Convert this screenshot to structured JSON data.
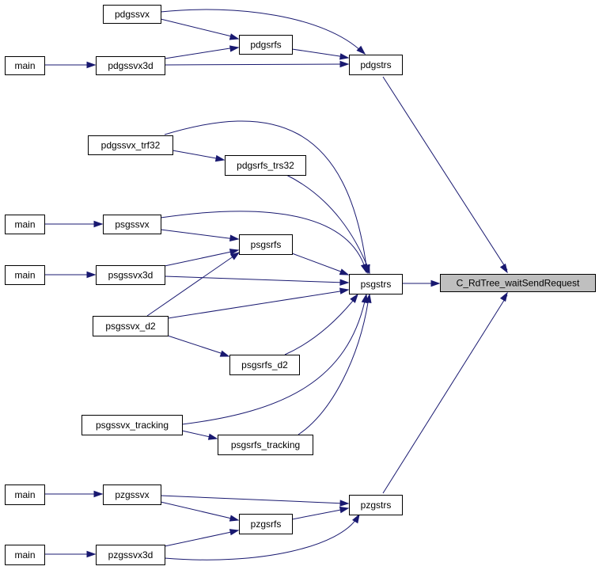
{
  "graph": {
    "edge_color": "#191970",
    "root_fill": "#bfbfbf",
    "nodes": [
      {
        "id": "root",
        "label": "C_RdTree_waitSendRequest",
        "root": true
      },
      {
        "id": "pdgstrs",
        "label": "pdgstrs"
      },
      {
        "id": "psgstrs",
        "label": "psgstrs"
      },
      {
        "id": "pzgstrs",
        "label": "pzgstrs"
      },
      {
        "id": "pdgssvx",
        "label": "pdgssvx"
      },
      {
        "id": "pdgsrfs",
        "label": "pdgsrfs"
      },
      {
        "id": "pdgssvx3d",
        "label": "pdgssvx3d"
      },
      {
        "id": "main_1",
        "label": "main"
      },
      {
        "id": "pdgssvx_trf32",
        "label": "pdgssvx_trf32"
      },
      {
        "id": "pdgsrfs_trs32",
        "label": "pdgsrfs_trs32"
      },
      {
        "id": "psgssvx",
        "label": "psgssvx"
      },
      {
        "id": "main_2",
        "label": "main"
      },
      {
        "id": "psgsrfs",
        "label": "psgsrfs"
      },
      {
        "id": "psgssvx3d",
        "label": "psgssvx3d"
      },
      {
        "id": "main_3",
        "label": "main"
      },
      {
        "id": "psgssvx_d2",
        "label": "psgssvx_d2"
      },
      {
        "id": "psgsrfs_d2",
        "label": "psgsrfs_d2"
      },
      {
        "id": "psgssvx_tracking",
        "label": "psgssvx_tracking"
      },
      {
        "id": "psgsrfs_tracking",
        "label": "psgsrfs_tracking"
      },
      {
        "id": "main_4",
        "label": "main"
      },
      {
        "id": "pzgssvx",
        "label": "pzgssvx"
      },
      {
        "id": "pzgsrfs",
        "label": "pzgsrfs"
      },
      {
        "id": "main_5",
        "label": "main"
      },
      {
        "id": "pzgssvx3d",
        "label": "pzgssvx3d"
      }
    ],
    "edges": [
      {
        "from": "pdgstrs",
        "to": "root"
      },
      {
        "from": "psgstrs",
        "to": "root"
      },
      {
        "from": "pzgstrs",
        "to": "root"
      },
      {
        "from": "pdgssvx",
        "to": "pdgsrfs"
      },
      {
        "from": "pdgssvx",
        "to": "pdgstrs"
      },
      {
        "from": "pdgsrfs",
        "to": "pdgstrs"
      },
      {
        "from": "pdgssvx3d",
        "to": "pdgsrfs"
      },
      {
        "from": "pdgssvx3d",
        "to": "pdgstrs"
      },
      {
        "from": "main_1",
        "to": "pdgssvx3d"
      },
      {
        "from": "pdgssvx_trf32",
        "to": "psgstrs"
      },
      {
        "from": "pdgssvx_trf32",
        "to": "pdgsrfs_trs32"
      },
      {
        "from": "pdgsrfs_trs32",
        "to": "psgstrs"
      },
      {
        "from": "psgssvx",
        "to": "psgstrs"
      },
      {
        "from": "psgssvx",
        "to": "psgsrfs"
      },
      {
        "from": "main_2",
        "to": "psgssvx"
      },
      {
        "from": "psgsrfs",
        "to": "psgstrs"
      },
      {
        "from": "psgssvx3d",
        "to": "psgsrfs"
      },
      {
        "from": "psgssvx3d",
        "to": "psgstrs"
      },
      {
        "from": "main_3",
        "to": "psgssvx3d"
      },
      {
        "from": "psgssvx_d2",
        "to": "psgsrfs"
      },
      {
        "from": "psgssvx_d2",
        "to": "psgstrs"
      },
      {
        "from": "psgssvx_d2",
        "to": "psgsrfs_d2"
      },
      {
        "from": "psgsrfs_d2",
        "to": "psgstrs"
      },
      {
        "from": "psgssvx_tracking",
        "to": "psgstrs"
      },
      {
        "from": "psgssvx_tracking",
        "to": "psgsrfs_tracking"
      },
      {
        "from": "psgsrfs_tracking",
        "to": "psgstrs"
      },
      {
        "from": "main_4",
        "to": "pzgssvx"
      },
      {
        "from": "pzgssvx",
        "to": "pzgstrs"
      },
      {
        "from": "pzgssvx",
        "to": "pzgsrfs"
      },
      {
        "from": "pzgsrfs",
        "to": "pzgstrs"
      },
      {
        "from": "pzgssvx3d",
        "to": "pzgsrfs"
      },
      {
        "from": "pzgssvx3d",
        "to": "pzgstrs"
      },
      {
        "from": "main_5",
        "to": "pzgssvx3d"
      }
    ]
  }
}
